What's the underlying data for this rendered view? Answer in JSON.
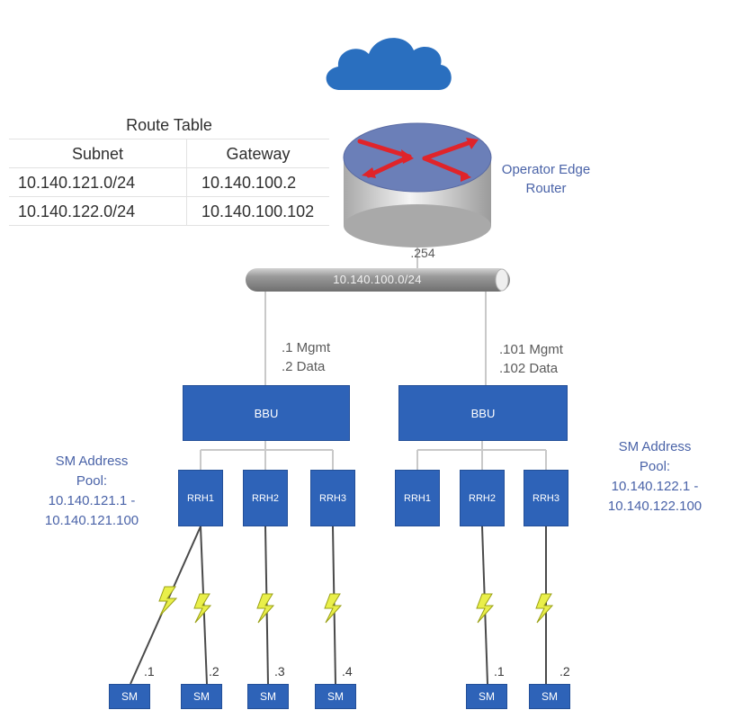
{
  "route_table": {
    "title": "Route Table",
    "headers": [
      "Subnet",
      "Gateway"
    ],
    "rows": [
      {
        "subnet": "10.140.121.0/24",
        "gateway": "10.140.100.2"
      },
      {
        "subnet": "10.140.122.0/24",
        "gateway": "10.140.100.102"
      }
    ]
  },
  "router": {
    "label_line1": "Operator Edge",
    "label_line2": "Router",
    "port_ip": ".254"
  },
  "network": {
    "bus_label": "10.140.100.0/24"
  },
  "bbu_left": {
    "label": "BBU",
    "ip_line1": ".1 Mgmt",
    "ip_line2": ".2 Data",
    "pool_lines": [
      "SM Address",
      "Pool:",
      "10.140.121.1 -",
      "10.140.121.100"
    ],
    "rrhs": [
      "RRH1",
      "RRH2",
      "RRH3"
    ],
    "sms": [
      {
        "label": "SM",
        "ip": ".1"
      },
      {
        "label": "SM",
        "ip": ".2"
      },
      {
        "label": "SM",
        "ip": ".3"
      },
      {
        "label": "SM",
        "ip": ".4"
      }
    ]
  },
  "bbu_right": {
    "label": "BBU",
    "ip_line1": ".101 Mgmt",
    "ip_line2": ".102 Data",
    "pool_lines": [
      "SM Address",
      "Pool:",
      "10.140.122.1 -",
      "10.140.122.100"
    ],
    "rrhs": [
      "RRH1",
      "RRH2",
      "RRH3"
    ],
    "sms": [
      {
        "label": "SM",
        "ip": ".1"
      },
      {
        "label": "SM",
        "ip": ".2"
      }
    ]
  },
  "colors": {
    "node_blue": "#2e63b8",
    "label_blue": "#4a63a8",
    "cloud_blue": "#2a6fbf",
    "router_red": "#e0242a",
    "lightning_yellow": "#e9ef4a"
  },
  "icons": {
    "cloud": "cloud-icon",
    "router": "router-icon",
    "wireless": "lightning-icon"
  }
}
